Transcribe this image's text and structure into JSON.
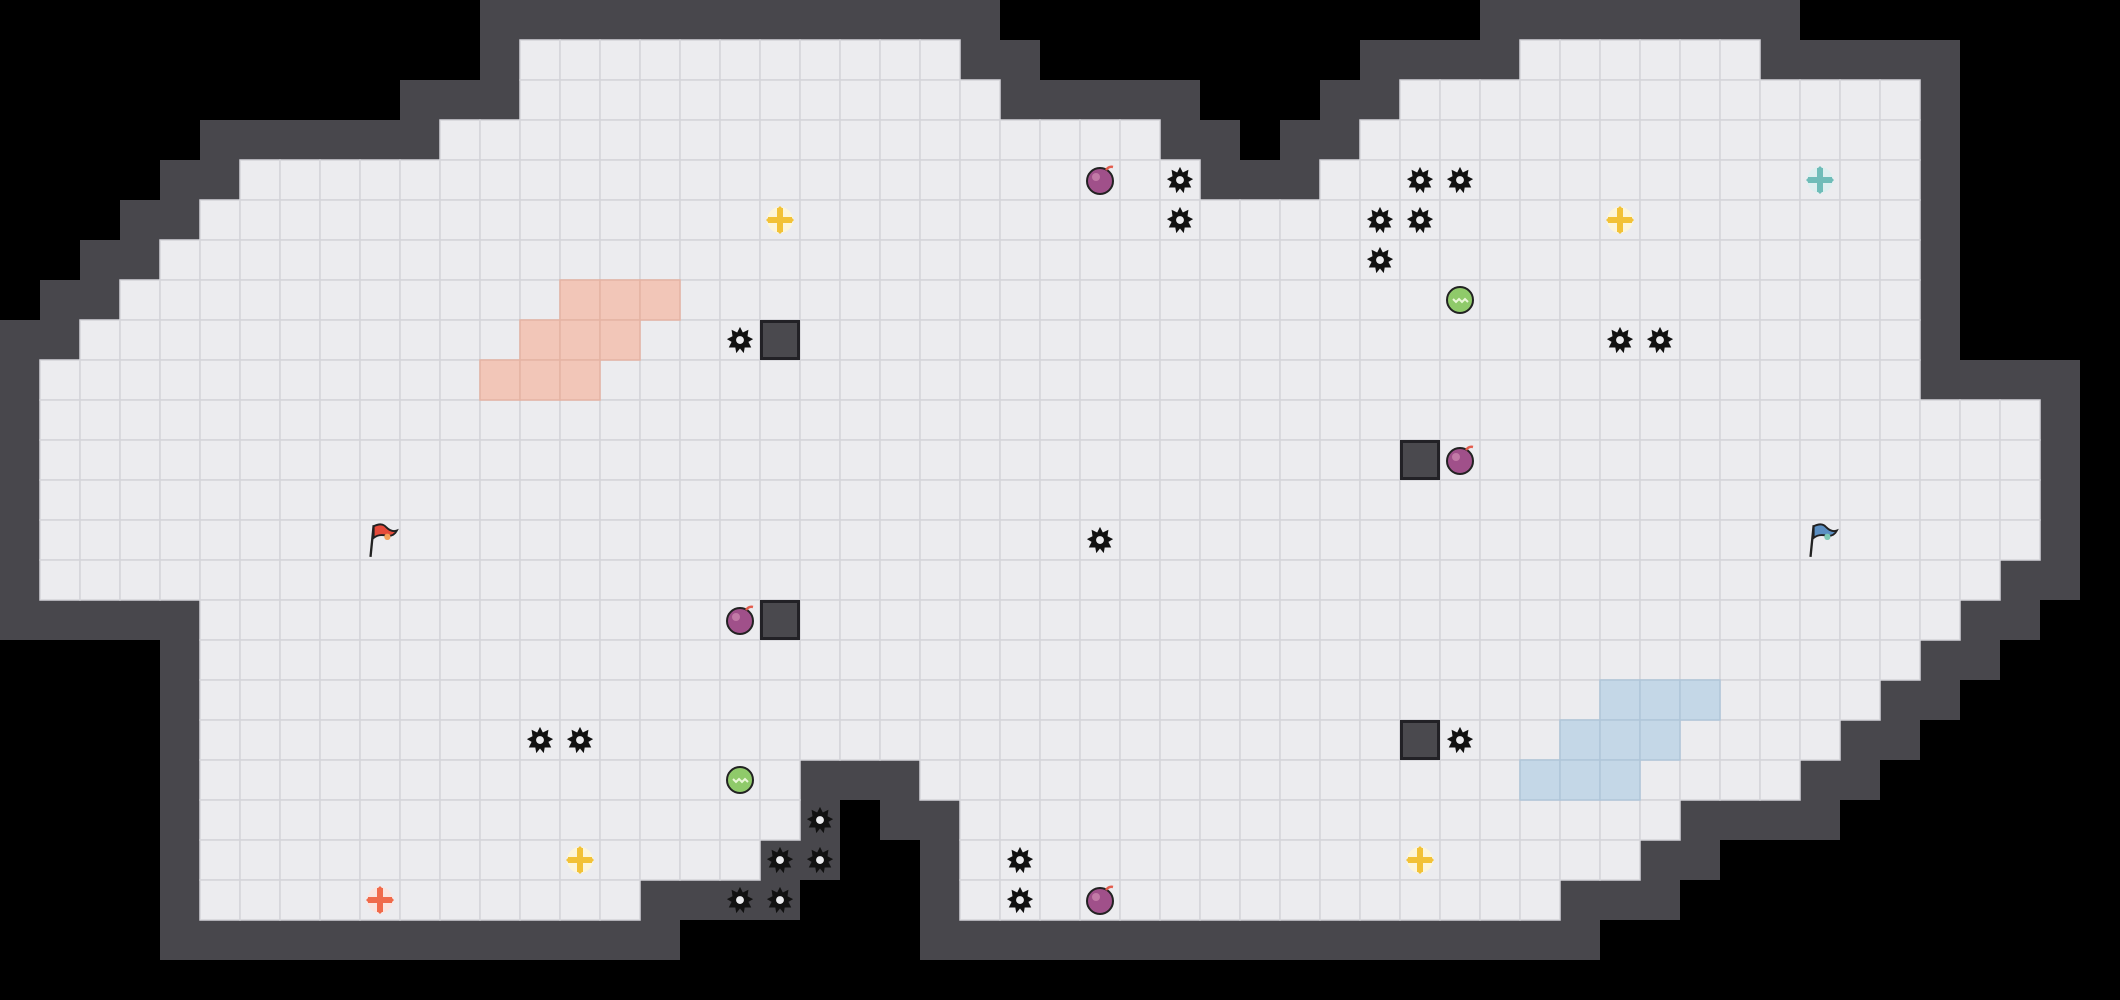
{
  "game": {
    "colors": {
      "background": "#000000",
      "floor": "#ececef",
      "wall": "#48474c",
      "red_team": "#e64b3b",
      "blue_team": "#5b8fc2",
      "red_zone": "#f2c6b8",
      "blue_zone": "#c4d7e7",
      "boost_pad": "#f2c237",
      "red_spawn_pad": "#f06a4a",
      "blue_spawn_pad": "#6fbcb8",
      "bomb": "#a0508a",
      "powerup": "#8fca6a",
      "spike": "#111111"
    },
    "flags": [
      {
        "team": "red",
        "icon": "red-flag-icon",
        "col": 8,
        "row": 12
      },
      {
        "team": "blue",
        "icon": "blue-flag-icon",
        "col": 44,
        "row": 12
      }
    ],
    "spawn_pads": [
      {
        "team": "red",
        "icon": "red-spawn-pad-icon",
        "col": 8,
        "row": 21
      },
      {
        "team": "blue",
        "icon": "blue-spawn-pad-icon",
        "col": 44,
        "row": 3
      }
    ],
    "boost_pads": [
      {
        "icon": "boost-pad-icon",
        "col": 18,
        "row": 4
      },
      {
        "icon": "boost-pad-icon",
        "col": 39,
        "row": 4
      },
      {
        "icon": "boost-pad-icon",
        "col": 13,
        "row": 20
      },
      {
        "icon": "boost-pad-icon",
        "col": 34,
        "row": 20
      }
    ],
    "bombs": [
      {
        "icon": "bomb-icon",
        "col": 26,
        "row": 3
      },
      {
        "icon": "bomb-icon",
        "col": 35,
        "row": 10
      },
      {
        "icon": "bomb-icon",
        "col": 17,
        "row": 14
      },
      {
        "icon": "bomb-icon",
        "col": 26,
        "row": 21
      }
    ],
    "powerups": [
      {
        "icon": "powerup-icon",
        "col": 35,
        "row": 6
      },
      {
        "icon": "powerup-icon",
        "col": 17,
        "row": 18
      }
    ],
    "spikes": [
      [
        28,
        3
      ],
      [
        28,
        4
      ],
      [
        34,
        3
      ],
      [
        35,
        3
      ],
      [
        33,
        4
      ],
      [
        34,
        4
      ],
      [
        33,
        5
      ],
      [
        17,
        7
      ],
      [
        39,
        7
      ],
      [
        40,
        7
      ],
      [
        26,
        12
      ],
      [
        12,
        17
      ],
      [
        13,
        17
      ],
      [
        35,
        17
      ],
      [
        19,
        19
      ],
      [
        18,
        20
      ],
      [
        19,
        20
      ],
      [
        24,
        20
      ],
      [
        17,
        21
      ],
      [
        18,
        21
      ],
      [
        24,
        21
      ]
    ],
    "blocks": [
      [
        18,
        7
      ],
      [
        34,
        10
      ],
      [
        18,
        14
      ],
      [
        34,
        17
      ]
    ],
    "red_zone": [
      [
        13,
        6
      ],
      [
        14,
        6
      ],
      [
        15,
        6
      ],
      [
        12,
        7
      ],
      [
        13,
        7
      ],
      [
        14,
        7
      ],
      [
        11,
        8
      ],
      [
        12,
        8
      ],
      [
        13,
        8
      ]
    ],
    "blue_zone": [
      [
        39,
        16
      ],
      [
        40,
        16
      ],
      [
        41,
        16
      ],
      [
        38,
        17
      ],
      [
        39,
        17
      ],
      [
        40,
        17
      ],
      [
        37,
        18
      ],
      [
        38,
        18
      ],
      [
        39,
        18
      ]
    ]
  }
}
